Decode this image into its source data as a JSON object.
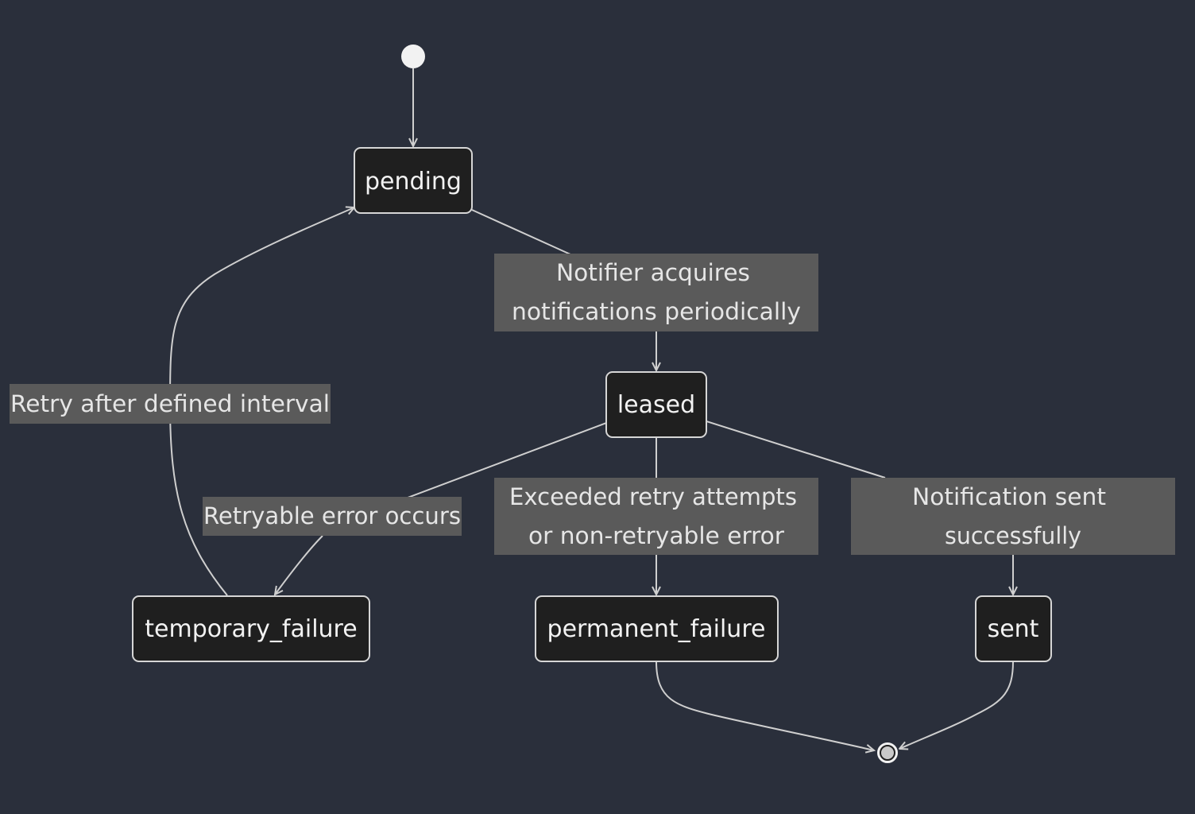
{
  "diagram": {
    "colors": {
      "background": "#2a2f3b",
      "node_fill": "#1f1f1f",
      "node_stroke": "#d6d6d6",
      "edge": "#cfcfcf",
      "label_bg": "#5a5a5a",
      "text": "#f2f2f2"
    },
    "states": {
      "pending": "pending",
      "leased": "leased",
      "temporary_failure": "temporary_failure",
      "permanent_failure": "permanent_failure",
      "sent": "sent"
    },
    "transitions": {
      "acquire": [
        "Notifier acquires",
        "notifications periodically"
      ],
      "retry": [
        "Retry after defined interval"
      ],
      "retryable": [
        "Retryable error occurs"
      ],
      "exceeded": [
        "Exceeded retry attempts",
        "or non-retryable error"
      ],
      "success": [
        "Notification sent",
        "successfully"
      ]
    }
  }
}
